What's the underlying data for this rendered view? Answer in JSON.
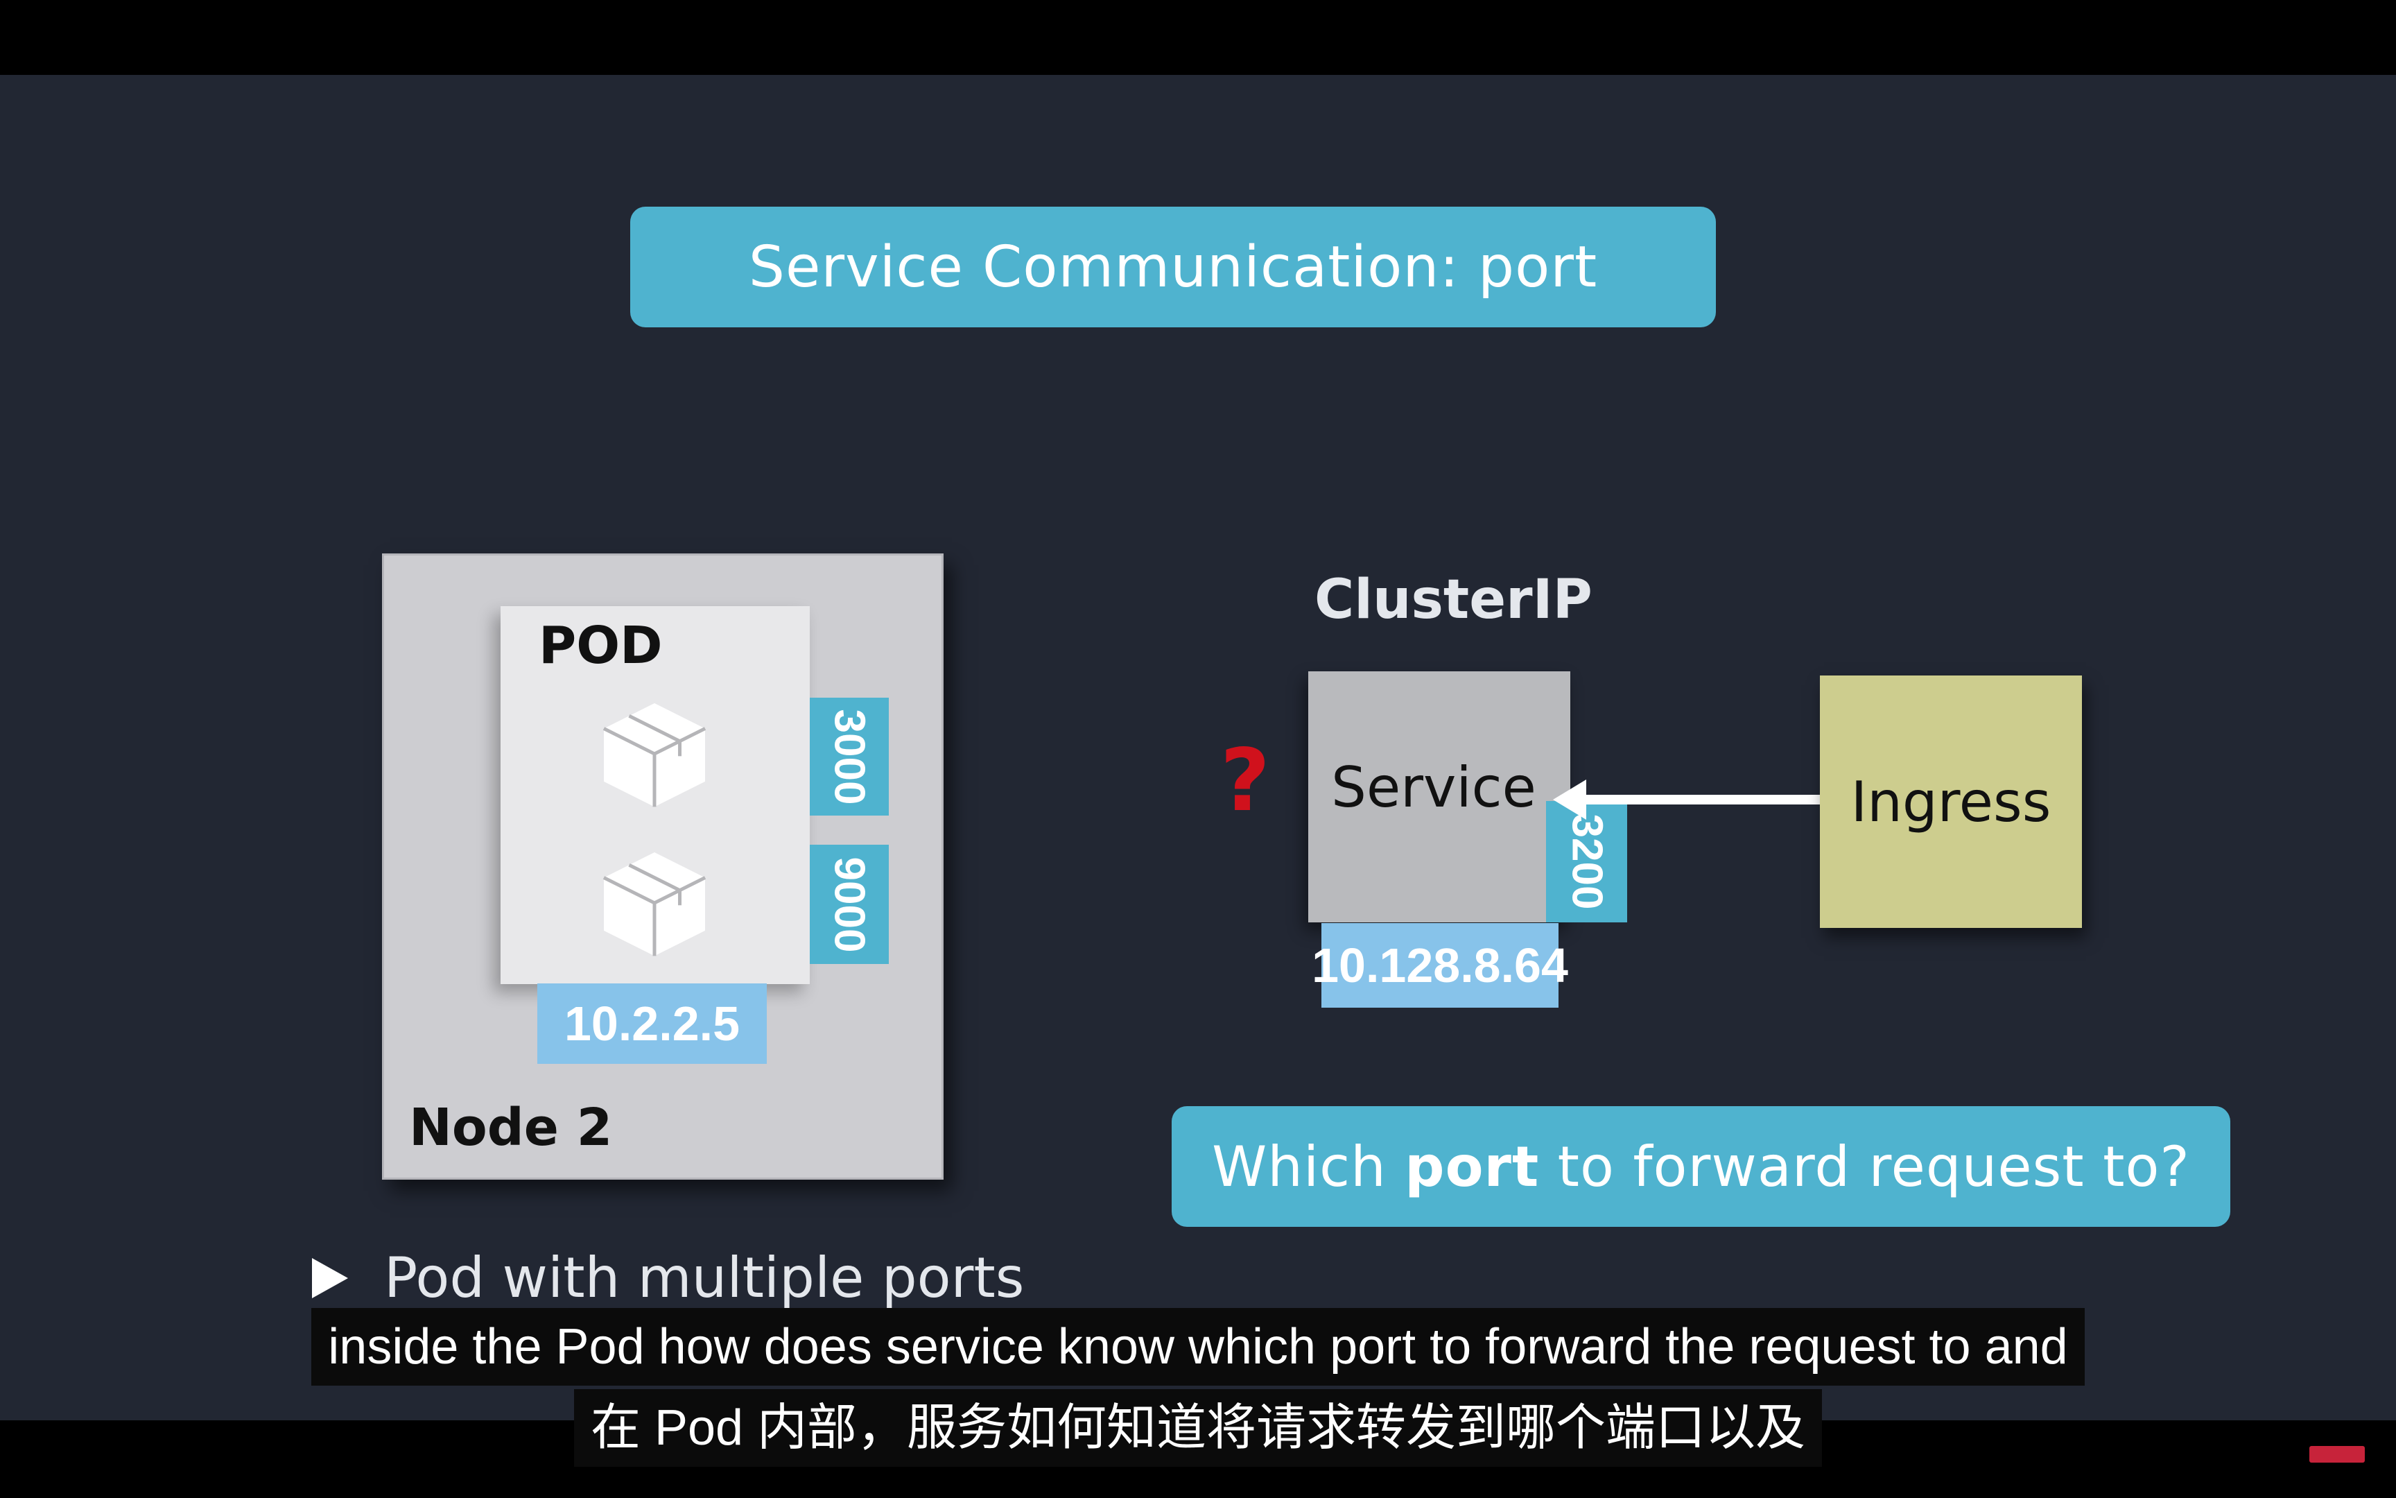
{
  "slide": {
    "title": "Service Communication: port",
    "node": {
      "node_label": "Node 2",
      "pod_label": "POD",
      "ports": [
        "3000",
        "9000"
      ],
      "pod_ip": "10.2.2.5"
    },
    "cluster": {
      "label": "ClusterIP",
      "service_label": "Service",
      "question_mark": "?",
      "service_port": "3200",
      "service_ip": "10.128.8.64",
      "ingress_label": "Ingress"
    },
    "question_banner": {
      "before": "Which ",
      "bold": "port",
      "after": " to forward request to?"
    },
    "bullet": "Pod with multiple ports"
  },
  "subtitles": {
    "en": "inside the Pod how does service know which port to forward the request to and",
    "zh": "在 Pod 内部，服务如何知道将请求转发到哪个端口以及"
  },
  "colors": {
    "background": "#222733",
    "banner": "#4fb3cf",
    "ip_box": "#87c3ea",
    "node": "#cdcdd1",
    "pod": "#e8e8ea",
    "service": "#b9babd",
    "ingress": "#cdcd8e",
    "question": "#d0111c"
  },
  "icons": [
    "container-cube-icon",
    "arrow-left-icon",
    "play-bullet-icon"
  ]
}
